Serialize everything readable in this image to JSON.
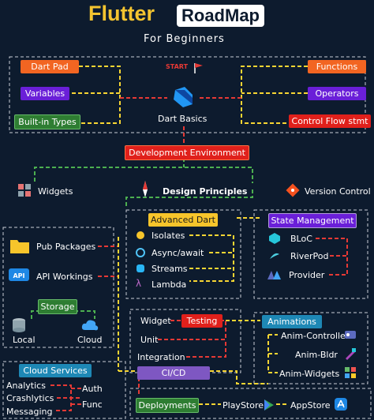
{
  "title": {
    "part1": "Flutter",
    "part2": "RoadMap",
    "subtitle": "For Beginners"
  },
  "dart_basics": {
    "start": "START",
    "label": "Dart Basics",
    "left_items": [
      "Dart Pad",
      "Variables",
      "Built-in Types"
    ],
    "right_items": [
      "Functions",
      "Operators",
      "Control Flow stmt"
    ]
  },
  "dev_env": "Development Environment",
  "row2": {
    "widgets": "Widgets",
    "design": "Design Principles",
    "vcs": "Version Control"
  },
  "advanced_dart": {
    "title": "Advanced Dart",
    "items": [
      "Isolates",
      "Async/await",
      "Streams",
      "Lambda"
    ]
  },
  "state_management": {
    "title": "State Management",
    "items": [
      "BLoC",
      "RiverPod",
      "Provider"
    ]
  },
  "left_panel": {
    "items": [
      "Pub Packages",
      "API Workings"
    ],
    "api_icon_text": "API"
  },
  "storage": {
    "title": "Storage",
    "items": [
      "Local",
      "Cloud"
    ]
  },
  "testing": {
    "title": "Testing",
    "items": [
      "Widget",
      "Unit",
      "Integration"
    ]
  },
  "cicd": "CI/CD",
  "animations": {
    "title": "Animations",
    "items": [
      "Anim-Controller",
      "Anim-Bldr",
      "Anim-Widgets"
    ]
  },
  "cloud_services": {
    "title": "Cloud Services",
    "left": [
      "Analytics",
      "Crashlytics",
      "Messaging"
    ],
    "right": [
      "Auth",
      "Func"
    ]
  },
  "deployments": {
    "title": "Deployments",
    "items": [
      "PlayStore",
      "AppStore"
    ]
  },
  "colors": {
    "background": "#0d1b2e",
    "title_yellow": "#f4c430",
    "orange": "#f26522",
    "purple": "#6a1fd8",
    "green": "#2e7d32",
    "red": "#e0201b",
    "dash_yellow": "#f7d533",
    "dash_red": "#e53935",
    "dash_green": "#4caf50"
  }
}
